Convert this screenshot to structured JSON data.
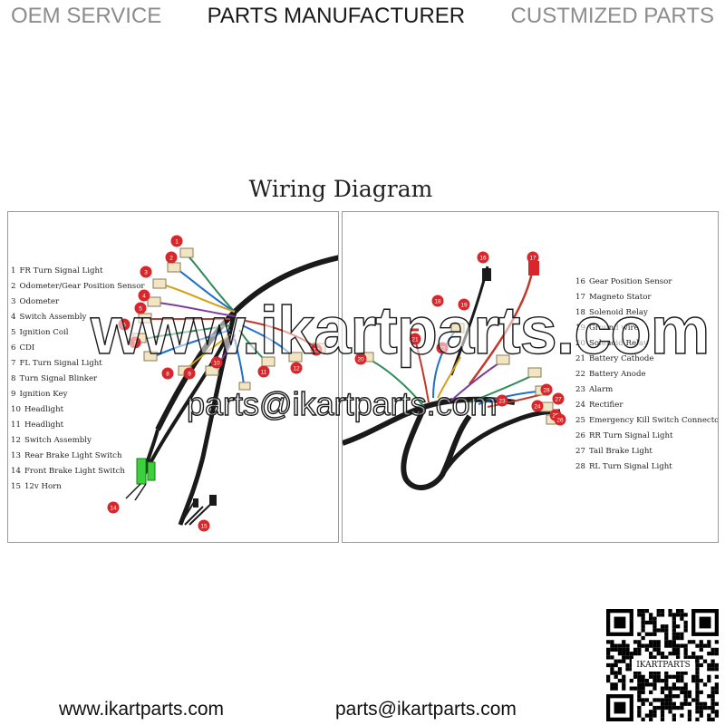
{
  "banner": {
    "left": "OEM SERVICE",
    "center": "PARTS MANUFACTURER",
    "right": "CUSTMIZED PARTS"
  },
  "diagram": {
    "title": "Wiring Diagram",
    "left_legend": [
      {
        "num": "1",
        "label": "FR Turn Signal Light"
      },
      {
        "num": "2",
        "label": "Odometer/Gear Position Sensor"
      },
      {
        "num": "3",
        "label": "Odometer"
      },
      {
        "num": "4",
        "label": "Switch Assembly"
      },
      {
        "num": "5",
        "label": "Ignition Coil"
      },
      {
        "num": "6",
        "label": "CDI"
      },
      {
        "num": "7",
        "label": "FL Turn Signal Light"
      },
      {
        "num": "8",
        "label": "Turn Signal Blinker"
      },
      {
        "num": "9",
        "label": "Ignition Key"
      },
      {
        "num": "10",
        "label": "Headlight"
      },
      {
        "num": "11",
        "label": "Headlight"
      },
      {
        "num": "12",
        "label": "Switch Assembly"
      },
      {
        "num": "13",
        "label": "Rear Brake Light Switch"
      },
      {
        "num": "14",
        "label": "Front Brake Light Switch"
      },
      {
        "num": "15",
        "label": "12v Horn"
      }
    ],
    "right_legend": [
      {
        "num": "16",
        "label": "Gear Position Sensor"
      },
      {
        "num": "17",
        "label": "Magneto Stator"
      },
      {
        "num": "18",
        "label": "Solenoid Relay"
      },
      {
        "num": "19",
        "label": "Ground wire"
      },
      {
        "num": "20",
        "label": "Solenoid Relay"
      },
      {
        "num": "21",
        "label": "Battery Cathode"
      },
      {
        "num": "22",
        "label": "Battery Anode"
      },
      {
        "num": "23",
        "label": "Alarm"
      },
      {
        "num": "24",
        "label": "Rectifier"
      },
      {
        "num": "25",
        "label": "Emergency Kill Switch Connector"
      },
      {
        "num": "26",
        "label": "RR Turn Signal Light"
      },
      {
        "num": "27",
        "label": "Tail Brake Light"
      },
      {
        "num": "28",
        "label": "RL Turn Signal Light"
      }
    ],
    "left_badges": [
      "1",
      "2",
      "3",
      "4",
      "5",
      "6",
      "7",
      "8",
      "9",
      "10",
      "11",
      "12",
      "13",
      "14",
      "15"
    ],
    "right_badges": [
      "16",
      "17",
      "18",
      "19",
      "20",
      "21",
      "22",
      "23",
      "24",
      "25",
      "26",
      "27",
      "28"
    ]
  },
  "watermark": {
    "site": "www.ikartparts.com",
    "email": "parts@ikartparts.com"
  },
  "footer": {
    "site": "www.ikartparts.com",
    "email": "parts@ikartparts.com",
    "qr_label": "IKARTPARTS"
  },
  "colors": {
    "badge": "#d8262a",
    "wire_main": "#1a1a1a",
    "banner_grey": "#8c8c8c"
  }
}
